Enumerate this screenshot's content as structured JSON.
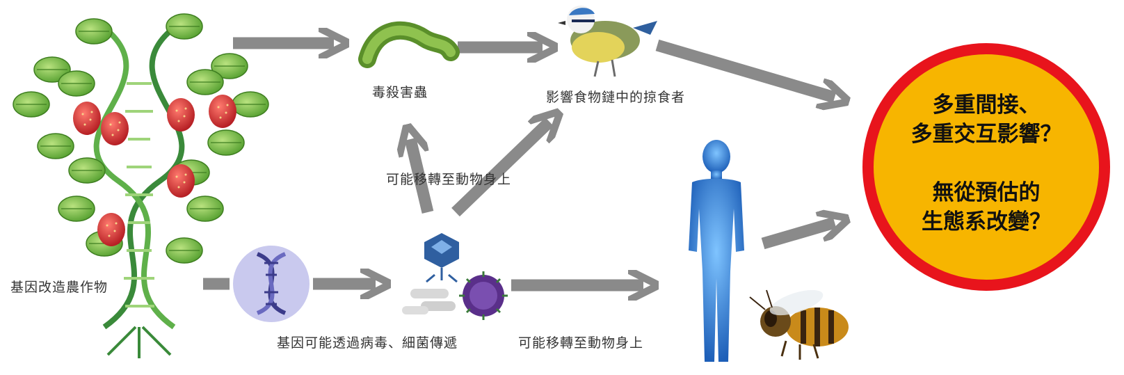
{
  "labels": {
    "gmo_crop": "基因改造農作物",
    "kill_pests": "毒殺害蟲",
    "predators": "影響食物鏈中的掠食者",
    "transfer_upper": "可能移轉至動物身上",
    "transfer_lower": "可能移轉至動物身上",
    "gene_spread": "基因可能透過病毒、細菌傳遞"
  },
  "outcome": {
    "line1": "多重間接、",
    "line2": "多重交互影響？",
    "line3": "無從預估的",
    "line4": "生態系改變？"
  },
  "colors": {
    "arrow": "#8a8a8a",
    "outcome_fill": "#f7b500",
    "outcome_ring": "#e8141c",
    "leaf": "#6cb83a",
    "berry": "#d63a3a",
    "dna": "#3a8a3a",
    "human": "#2f7fd6"
  }
}
